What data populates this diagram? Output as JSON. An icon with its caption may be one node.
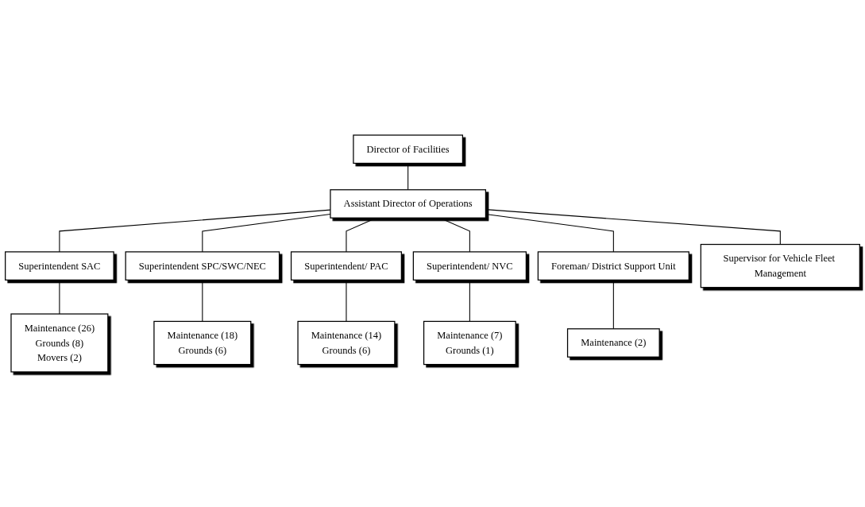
{
  "diagram": {
    "nodes": [
      {
        "text": [
          "Director of Facilities"
        ]
      },
      {
        "text": [
          "Assistant Director of Operations"
        ]
      },
      {
        "text": [
          "Superintendent SAC"
        ]
      },
      {
        "text": [
          "Superintendent SPC/SWC/NEC"
        ]
      },
      {
        "text": [
          "Superintendent/ PAC"
        ]
      },
      {
        "text": [
          "Superintendent/ NVC"
        ]
      },
      {
        "text": [
          "Foreman/ District Support Unit"
        ]
      },
      {
        "text": [
          "Supervisor for Vehicle Fleet Management"
        ]
      },
      {
        "text": [
          "Maintenance (26)",
          "Grounds (8)",
          "Movers (2)"
        ]
      },
      {
        "text": [
          "Maintenance (18)",
          "Grounds (6)"
        ]
      },
      {
        "text": [
          "Maintenance (14)",
          "Grounds (6)"
        ]
      },
      {
        "text": [
          "Maintenance (7)",
          "Grounds (1)"
        ]
      },
      {
        "text": [
          "Maintenance (2)"
        ]
      }
    ],
    "edges": [
      {
        "from": 0,
        "to": 1,
        "arrow": "none"
      },
      {
        "from": 1,
        "to": 2,
        "arrow": "none"
      },
      {
        "from": 1,
        "to": 3,
        "arrow": "none"
      },
      {
        "from": 1,
        "to": 4,
        "arrow": "none"
      },
      {
        "from": 1,
        "to": 5,
        "arrow": "none"
      },
      {
        "from": 1,
        "to": 6,
        "arrow": "none"
      },
      {
        "from": 1,
        "to": 7,
        "arrow": "none"
      },
      {
        "from": 2,
        "to": 8,
        "arrow": "none"
      },
      {
        "from": 3,
        "to": 9,
        "arrow": "none"
      },
      {
        "from": 4,
        "to": 10,
        "arrow": "none"
      },
      {
        "from": 5,
        "to": 11,
        "arrow": "none"
      },
      {
        "from": 6,
        "to": 12,
        "arrow": "none"
      }
    ]
  }
}
